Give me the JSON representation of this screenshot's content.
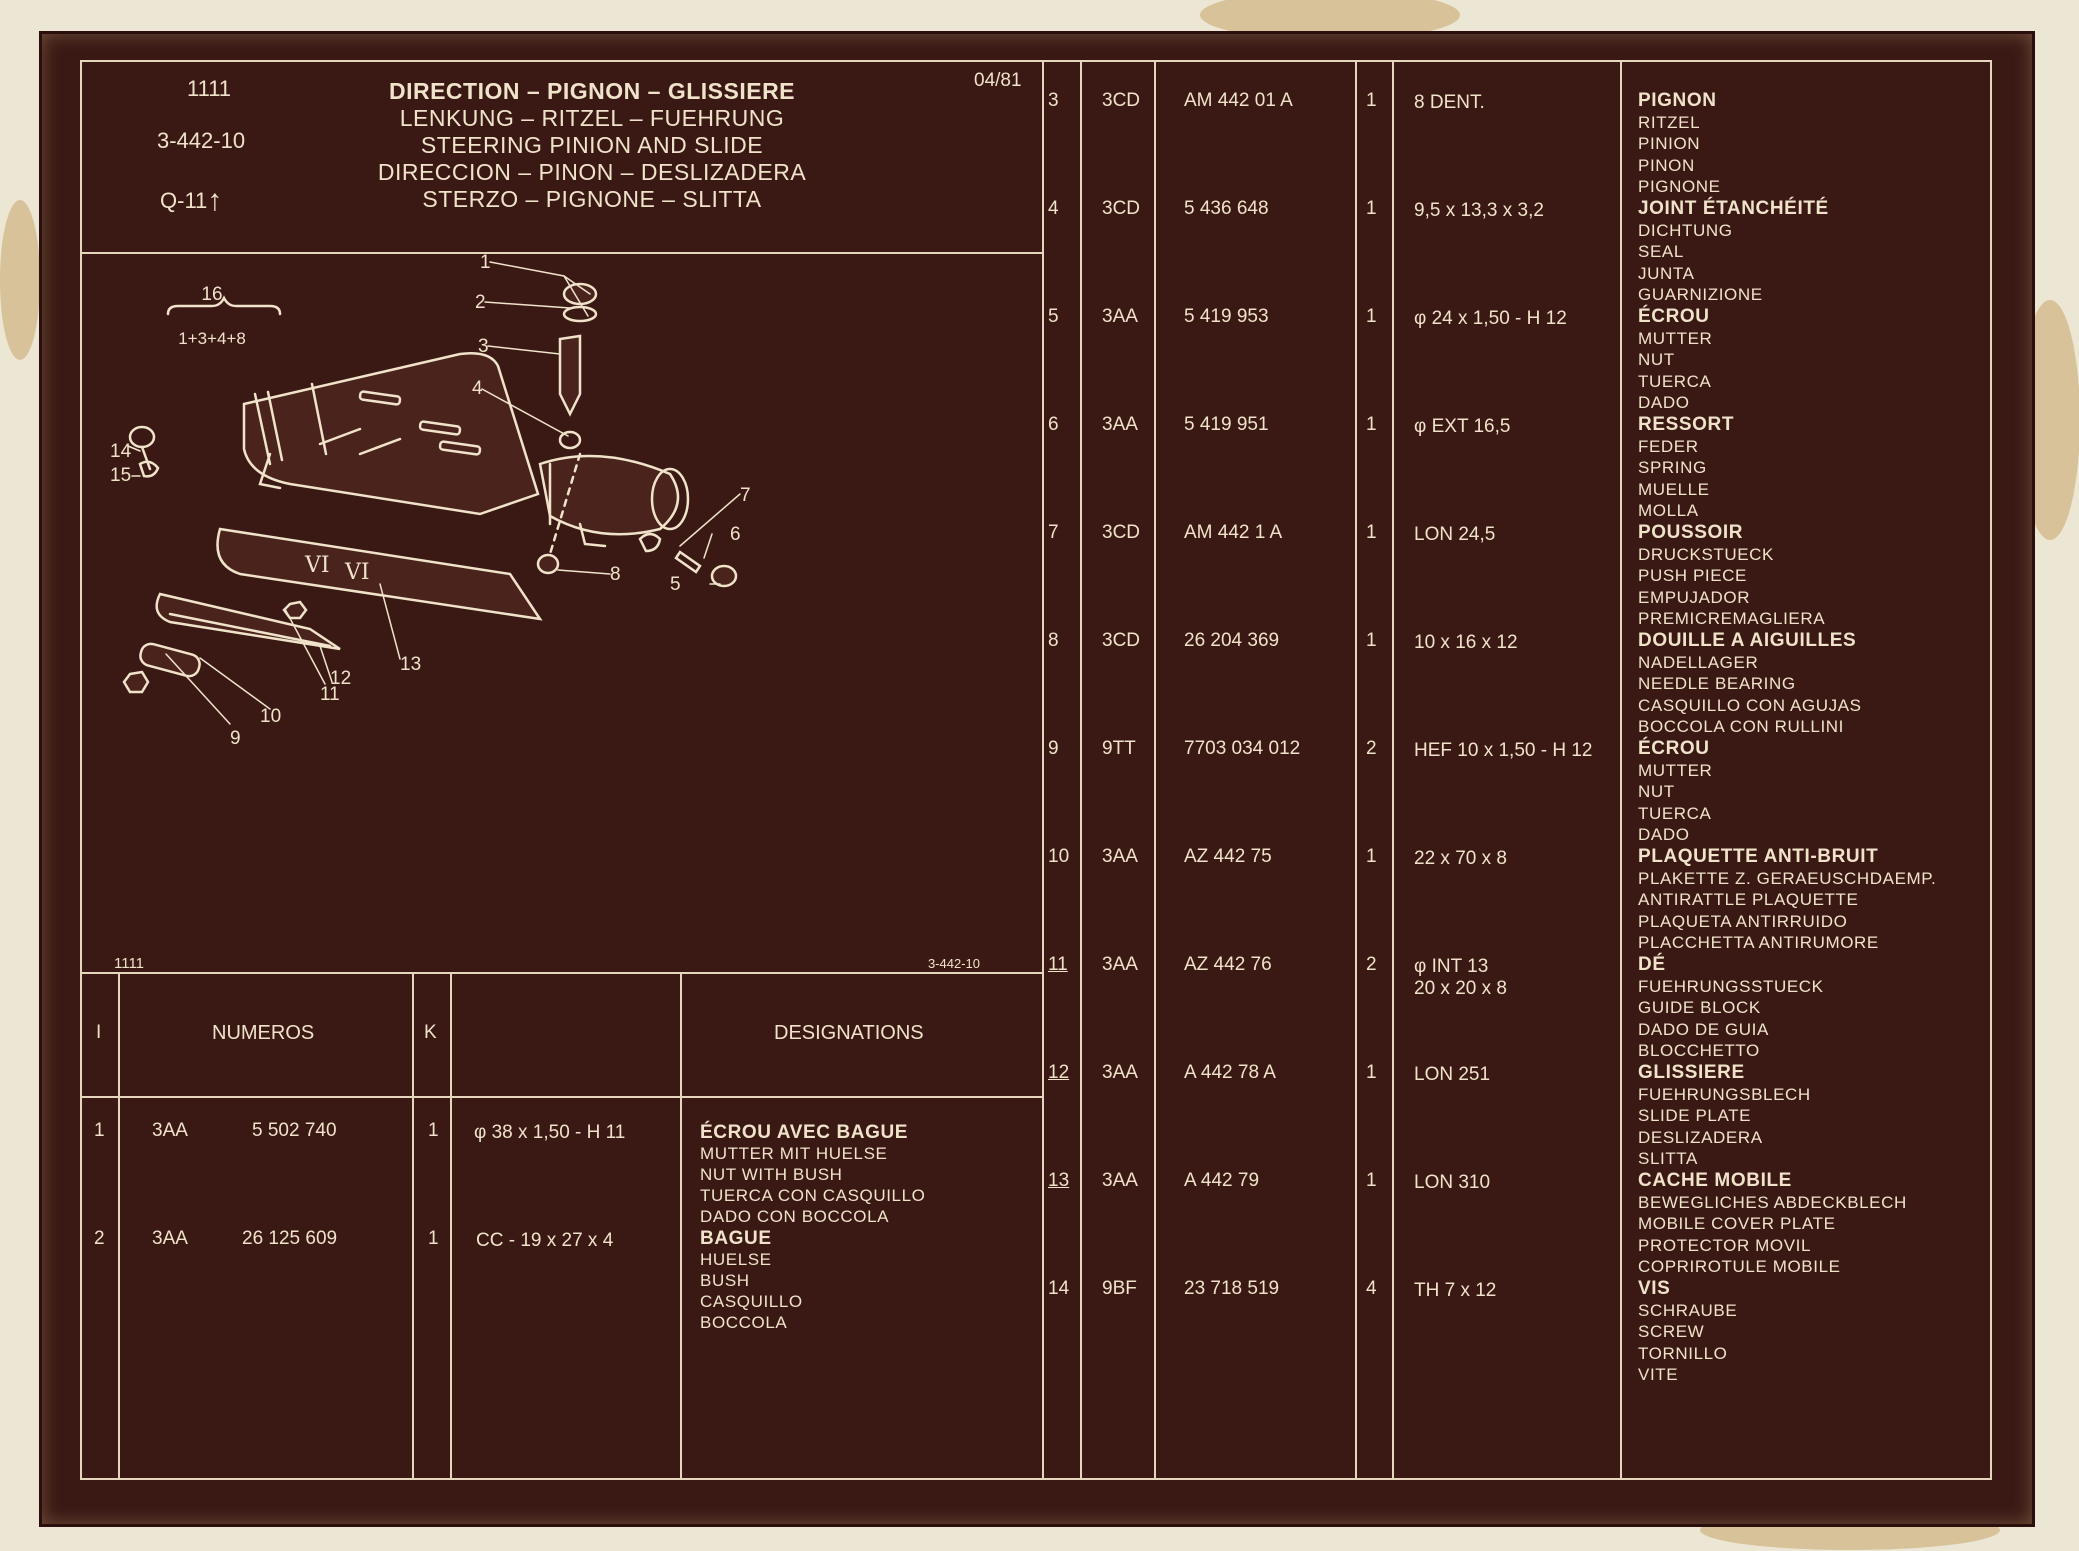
{
  "header": {
    "ref": "1111",
    "code": "3-442-10",
    "mark": "Q-11",
    "mark_arrow": "↑",
    "date": "04/81",
    "titles": [
      "DIRECTION – PIGNON – GLISSIERE",
      "LENKUNG – RITZEL – FUEHRUNG",
      "STEERING PINION AND SLIDE",
      "DIRECCION – PINON – DESLIZADERA",
      "STERZO – PIGNONE – SLITTA"
    ]
  },
  "diagram": {
    "group_top": "16",
    "group_bottom": "1+3+4+8",
    "callouts": [
      "1",
      "2",
      "3",
      "4",
      "5",
      "6",
      "7",
      "8",
      "9",
      "10",
      "11",
      "12",
      "13",
      "14",
      "15"
    ],
    "footer_left": "1111",
    "footer_right": "3-442-10"
  },
  "table_header": {
    "col_i": "I",
    "col_numeros": "NUMEROS",
    "col_k": "K",
    "col_designations": "DESIGNATIONS"
  },
  "rows": [
    {
      "i": "1",
      "cat": "3AA",
      "num": "5  502  740",
      "k": "1",
      "dim": "φ 38 x 1,50 - H   11",
      "desig": [
        "ÉCROU AVEC BAGUE",
        "MUTTER MIT HUELSE",
        "NUT WITH BUSH",
        "TUERCA CON CASQUILLO",
        "DADO CON BOCCOLA"
      ]
    },
    {
      "i": "2",
      "cat": "3AA",
      "num": "26  125  609",
      "k": "1",
      "dim": "CC - 19 x 27 x 4",
      "desig": [
        "BAGUE",
        "HUELSE",
        "BUSH",
        "CASQUILLO",
        "BOCCOLA"
      ]
    },
    {
      "i": "3",
      "cat": "3CD",
      "num": "AM  442   01  A",
      "k": "1",
      "dim": "8 DENT.",
      "desig": [
        "PIGNON",
        "RITZEL",
        "PINION",
        "PINON",
        "PIGNONE"
      ]
    },
    {
      "i": "4",
      "cat": "3CD",
      "num": "5  436  648",
      "k": "1",
      "dim": "9,5 x 13,3 x 3,2",
      "desig": [
        "JOINT ÉTANCHÉITÉ",
        "DICHTUNG",
        "SEAL",
        "JUNTA",
        "GUARNIZIONE"
      ]
    },
    {
      "i": "5",
      "cat": "3AA",
      "num": "5  419  953",
      "k": "1",
      "dim": "φ 24 x 1,50 - H 12",
      "desig": [
        "ÉCROU",
        "MUTTER",
        "NUT",
        "TUERCA",
        "DADO"
      ]
    },
    {
      "i": "6",
      "cat": "3AA",
      "num": "5  419  951",
      "k": "1",
      "dim": "φ EXT 16,5",
      "desig": [
        "RESSORT",
        "FEDER",
        "SPRING",
        "MUELLE",
        "MOLLA"
      ]
    },
    {
      "i": "7",
      "cat": "3CD",
      "num": "AM  442   1  A",
      "k": "1",
      "dim": "LON 24,5",
      "desig": [
        "POUSSOIR",
        "DRUCKSTUECK",
        "PUSH PIECE",
        "EMPUJADOR",
        "PREMICREMAGLIERA"
      ]
    },
    {
      "i": "8",
      "cat": "3CD",
      "num": "26  204  369",
      "k": "1",
      "dim": "10 x 16 x 12",
      "desig": [
        "DOUILLE A AIGUILLES",
        "NADELLAGER",
        "NEEDLE BEARING",
        "CASQUILLO CON AGUJAS",
        "BOCCOLA CON RULLINI"
      ]
    },
    {
      "i": "9",
      "cat": "9TT",
      "num": "7703  034  012",
      "k": "2",
      "dim": "HEF 10 x 1,50 - H 12",
      "desig": [
        "ÉCROU",
        "MUTTER",
        "NUT",
        "TUERCA",
        "DADO"
      ]
    },
    {
      "i": "10",
      "cat": "3AA",
      "num": "AZ  442   75",
      "k": "1",
      "dim": "22 x 70 x 8",
      "desig": [
        "PLAQUETTE ANTI-BRUIT",
        "PLAKETTE Z. GERAEUSCHDAEMP.",
        "ANTIRATTLE PLAQUETTE",
        "PLAQUETA ANTIRRUIDO",
        "PLACCHETTA ANTIRUMORE"
      ]
    },
    {
      "i": "11",
      "cat": "3AA",
      "num": "AZ  442   76",
      "k": "2",
      "dim": "φ INT 13",
      "dim2": "20 x 20 x 8",
      "desig": [
        "DÉ",
        "FUEHRUNGSSTUECK",
        "GUIDE BLOCK",
        "DADO DE GUIA",
        "BLOCCHETTO"
      ]
    },
    {
      "i": "12",
      "cat": "3AA",
      "num": "A  442   78  A",
      "k": "1",
      "dim": "LON 251",
      "desig": [
        "GLISSIERE",
        "FUEHRUNGSBLECH",
        "SLIDE PLATE",
        "DESLIZADERA",
        "SLITTA"
      ]
    },
    {
      "i": "13",
      "cat": "3AA",
      "num": "A  442   79",
      "k": "1",
      "dim": "LON 310",
      "desig": [
        "CACHE MOBILE",
        "BEWEGLICHES ABDECKBLECH",
        "MOBILE COVER PLATE",
        "PROTECTOR MOVIL",
        "COPRIROTULE MOBILE"
      ]
    },
    {
      "i": "14",
      "cat": "9BF",
      "num": "23  718  519",
      "k": "4",
      "dim": "TH 7 x 12",
      "desig": [
        "VIS",
        "SCHRAUBE",
        "SCREW",
        "TORNILLO",
        "VITE"
      ]
    }
  ],
  "colors": {
    "card": "#3a1915",
    "ink": "#f0e3ca",
    "paper": "#ece7d4"
  }
}
